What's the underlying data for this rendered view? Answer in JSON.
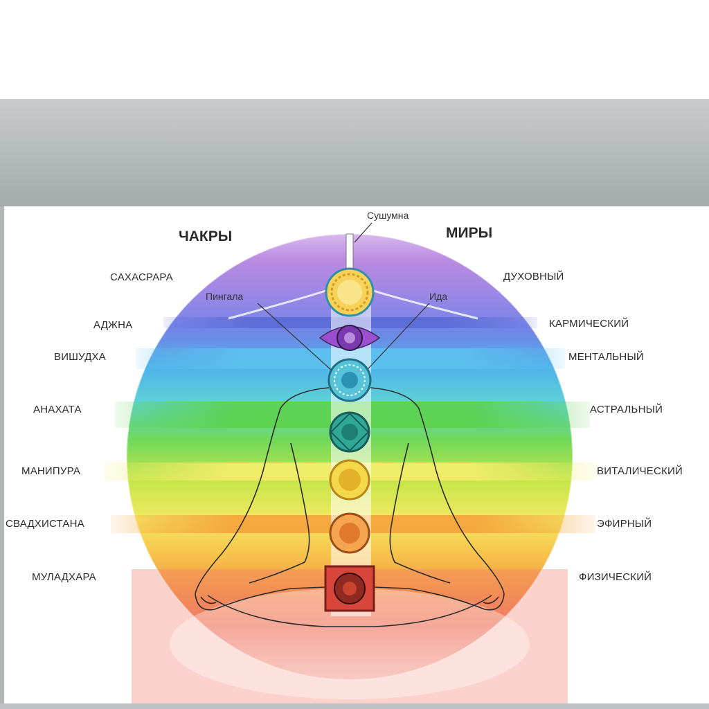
{
  "headers": {
    "chakras": "ЧАКРЫ",
    "worlds": "МИРЫ"
  },
  "channels": {
    "sushumna": "Сушумна",
    "pingala": "Пингала",
    "ida": "Ида"
  },
  "chakras": [
    {
      "name": "САХАСРАРА",
      "color": "#8e44c7"
    },
    {
      "name": "АДЖНА",
      "color": "#4b5bd0"
    },
    {
      "name": "ВИШУДХА",
      "color": "#2aa6dc"
    },
    {
      "name": "АНАХАТА",
      "color": "#49c23c"
    },
    {
      "name": "МАНИПУРА",
      "color": "#f0e14a"
    },
    {
      "name": "СВАДХИСТАНА",
      "color": "#f39a2a"
    },
    {
      "name": "МУЛАДХАРА",
      "color": "#e6483d"
    }
  ],
  "worlds": [
    {
      "name": "ДУХОВНЫЙ"
    },
    {
      "name": "КАРМИЧЕСКИЙ"
    },
    {
      "name": "МЕНТАЛЬНЫЙ"
    },
    {
      "name": "АСТРАЛЬНЫЙ"
    },
    {
      "name": "ВИТАЛИЧЕСКИЙ"
    },
    {
      "name": "ЭФИРНЫЙ"
    },
    {
      "name": "ФИЗИЧЕСКИЙ"
    }
  ]
}
